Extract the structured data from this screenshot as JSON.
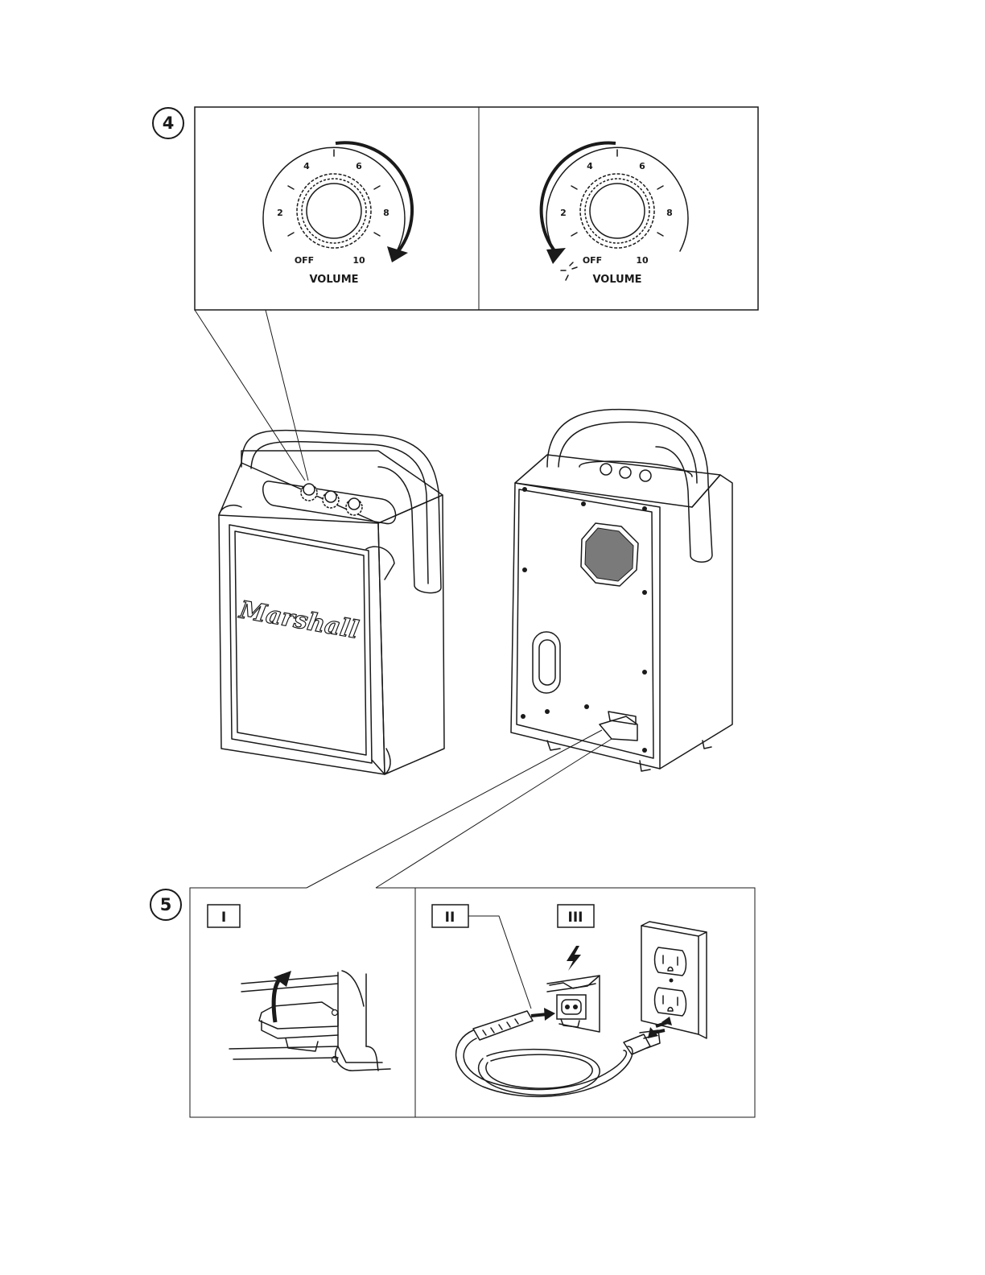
{
  "steps": [
    {
      "number": "4"
    },
    {
      "number": "5"
    }
  ],
  "volume_dial": {
    "ticks": [
      "2",
      "4",
      "6",
      "8"
    ],
    "off_label": "OFF",
    "max_label": "10",
    "caption": "VOLUME"
  },
  "speaker": {
    "logo_text": "Marshall"
  },
  "substeps": [
    {
      "label": "I"
    },
    {
      "label": "II"
    },
    {
      "label": "III"
    }
  ],
  "icons": [
    "rotate-clockwise-arrow",
    "rotate-counterclockwise-arrow",
    "click-icon",
    "lightning-icon",
    "lift-arrow-icon",
    "push-arrow-icon"
  ]
}
